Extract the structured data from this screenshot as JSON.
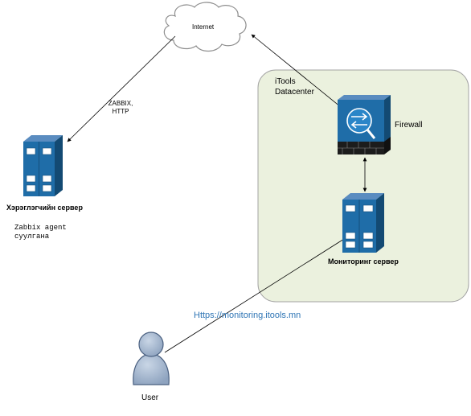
{
  "diagram": {
    "internet_label": "Internet",
    "protocol_label": [
      "ZABBIX,",
      "HTTP"
    ],
    "datacenter_label": [
      "iTools",
      "Datacenter"
    ],
    "firewall_label": "Firewall",
    "client_server": {
      "title": "Хэрэглэгчийн сервер",
      "note": [
        "Zabbix agent",
        "суулгана"
      ]
    },
    "monitoring_server_label": "Мониторинг сервер",
    "url_label": "Https://monitoring.itools.mn",
    "user_label": "User"
  },
  "colors": {
    "datacenter_fill": "#ebf1de",
    "datacenter_border": "#a3a3a3",
    "server_body": "#1f6da8",
    "server_dark": "#164f7c",
    "firewall_face": "#1f6da8",
    "firewall_brick": "#1c1c1c",
    "cloud_stroke": "#8e8e8e",
    "user_fill": "#9fb2cc",
    "user_stroke": "#4a6080",
    "line": "#000000"
  },
  "icons": {
    "internet": "cloud-icon",
    "firewall": "firewall-icon",
    "server": "server-icon",
    "user": "user-icon"
  }
}
